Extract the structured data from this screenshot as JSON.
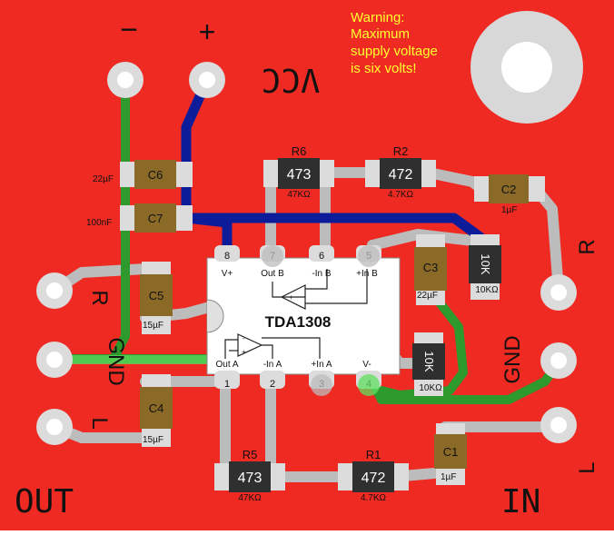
{
  "power": {
    "minus": "−",
    "plus": "+",
    "vcc": "VCC"
  },
  "warning": [
    "Warning:",
    "Maximum",
    "supply voltage",
    "is six volts!"
  ],
  "chip": {
    "name": "TDA1308",
    "pin_numbers": [
      "1",
      "2",
      "3",
      "4",
      "5",
      "6",
      "7",
      "8"
    ],
    "top_labels": [
      "V+",
      "Out B",
      "-In B",
      "+In B"
    ],
    "bottom_labels": [
      "Out A",
      "-In A",
      "+In A",
      "V-"
    ]
  },
  "resistors": {
    "R6": {
      "ref": "R6",
      "code": "473",
      "value": "47KΩ"
    },
    "R2": {
      "ref": "R2",
      "code": "472",
      "value": "4.7KΩ"
    },
    "R5": {
      "ref": "R5",
      "code": "473",
      "value": "47KΩ"
    },
    "R1": {
      "ref": "R1",
      "code": "472",
      "value": "4.7KΩ"
    },
    "R_top": {
      "code": "10K",
      "value": "10KΩ"
    },
    "R_bottom": {
      "code": "10K",
      "value": "10KΩ"
    }
  },
  "capacitors": {
    "C6": {
      "ref": "C6",
      "value": "22µF"
    },
    "C7": {
      "ref": "C7",
      "value": "100nF"
    },
    "C2": {
      "ref": "C2",
      "value": "1µF"
    },
    "C3": {
      "ref": "C3",
      "value": "22µF"
    },
    "C5": {
      "ref": "C5",
      "value": "15µF"
    },
    "C4": {
      "ref": "C4",
      "value": "15µF"
    },
    "C1": {
      "ref": "C1",
      "value": "1µF"
    }
  },
  "labels": {
    "out": "OUT",
    "in": "IN",
    "out_r": "R",
    "out_gnd": "GND",
    "out_l": "L",
    "in_r": "R",
    "in_gnd": "GND",
    "in_l": "L"
  },
  "colors": {
    "board": "#ee2a22",
    "trace": "#bcbcbc",
    "wire_green": "#2e9a2e",
    "wire_blue": "#0d1d9a",
    "cap_body": "#8a6a26",
    "res_body": "#3a3a3a",
    "warning_text": "#ffff30"
  }
}
